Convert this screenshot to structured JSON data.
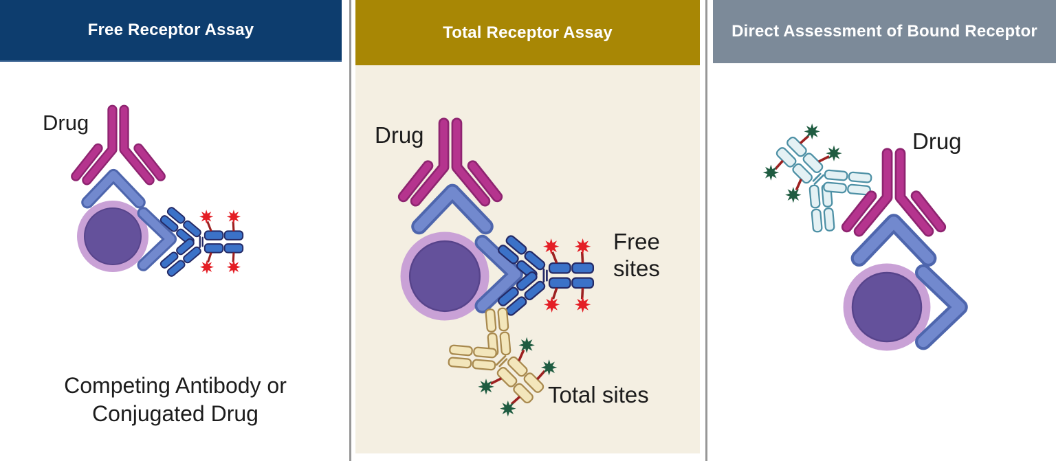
{
  "figure": {
    "type": "scientific-diagram",
    "topic": "Receptor occupancy assay formats"
  },
  "panels": [
    {
      "id": "free-receptor-assay",
      "title": "Free Receptor Assay",
      "labels": {
        "drug": "Drug",
        "caption": "Competing Antibody or\nConjugated Drug"
      }
    },
    {
      "id": "total-receptor-assay",
      "title": "Total Receptor Assay",
      "labels": {
        "drug": "Drug",
        "free_sites": "Free\nsites",
        "total_sites": "Total sites"
      }
    },
    {
      "id": "direct-assessment-of-bound-receptor",
      "title": "Direct Assessment of Bound Receptor",
      "labels": {
        "drug": "Drug"
      }
    }
  ],
  "icons": {
    "drug_antibody": "magenta Y-shaped therapeutic antibody pointing down",
    "receptor_chevron": "periwinkle-blue chevron receptor on cell surface",
    "cell": "purple cell nucleus with lavender membrane ring",
    "competing_antibody": "blue segmented antibody with four red fluorophore bursts",
    "total_sites_antibody": "tan segmented antibody with four green fluorophore bursts",
    "anti_drug_antibody": "pale-blue segmented antibody with four green fluorophore bursts"
  },
  "colors": {
    "navy": "#0d3d6e",
    "gold": "#a88705",
    "slate": "#7c8a99",
    "cream": "#f4efe2",
    "header_text": "#ffffff",
    "divider": "#979797",
    "text_dark": "#1c1c1c",
    "magenta": "#b5348e",
    "magenta_dark": "#8e2470",
    "receptor_blue": "#7289ce",
    "receptor_blue_dark": "#4e66ad",
    "cell_outer": "#c9a1d6",
    "cell_inner": "#64519b",
    "cell_inner_dark": "#57448b",
    "ab_blue": "#3b72c8",
    "ab_blue_dark": "#242a66",
    "ab_yellow": "#f3e6bb",
    "ab_yellow_dark": "#a8894e",
    "ab_pale": "#e4f1f4",
    "ab_pale_dark": "#4d90a5",
    "star_red": "#e41e25",
    "star_green": "#1f5c41",
    "stem_red": "#9c2121"
  }
}
